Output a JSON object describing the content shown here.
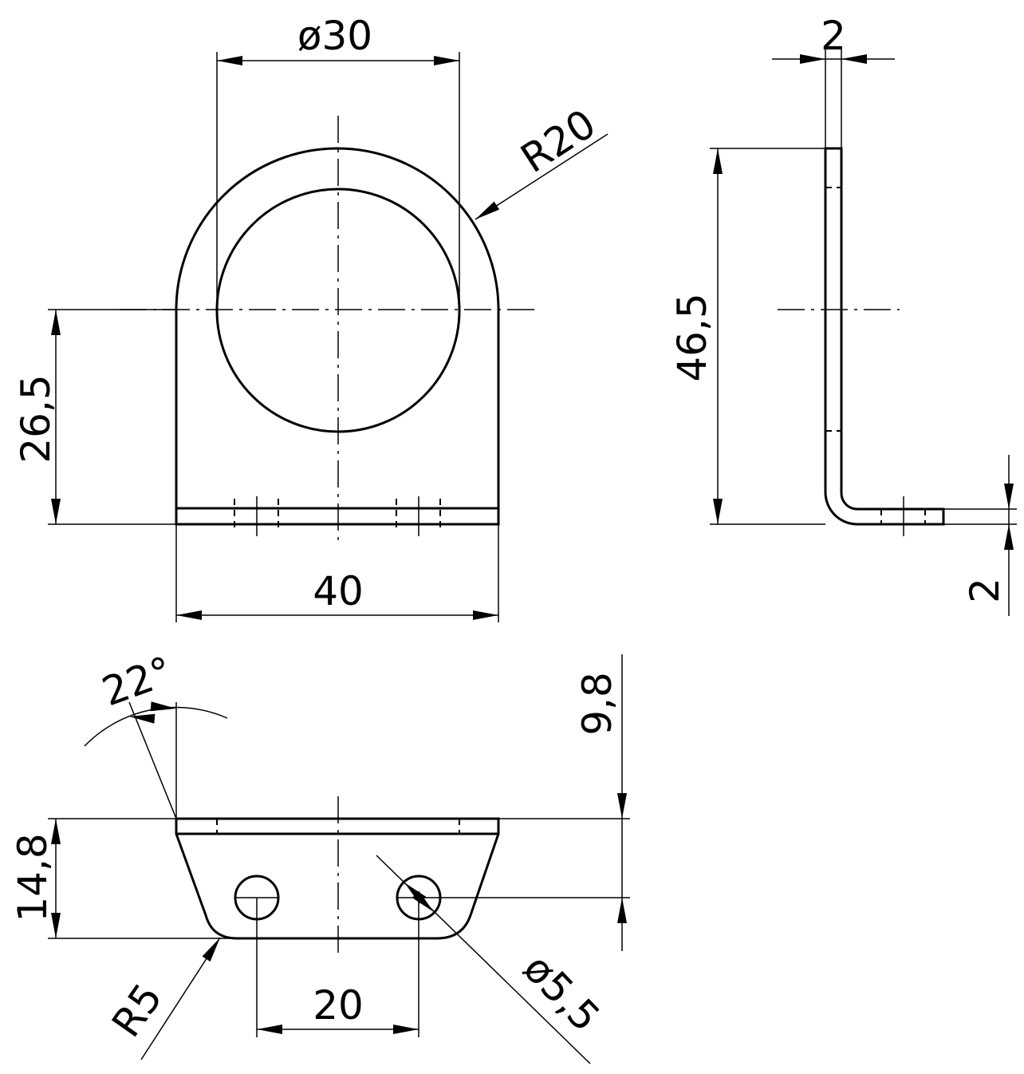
{
  "drawing": {
    "views": [
      "front-view",
      "side-view",
      "bottom-view"
    ],
    "dimensions": {
      "hole_diameter": "ø30",
      "outer_radius": "R20",
      "center_height": "26,5",
      "width": "40",
      "thickness_top": "2",
      "total_height": "46,5",
      "thickness_bottom": "2",
      "angle": "22°",
      "flange_offset": "9,8",
      "flange_depth": "14,8",
      "corner_radius": "R5",
      "hole_spacing": "20",
      "small_hole_diameter": "ø5,5"
    }
  }
}
